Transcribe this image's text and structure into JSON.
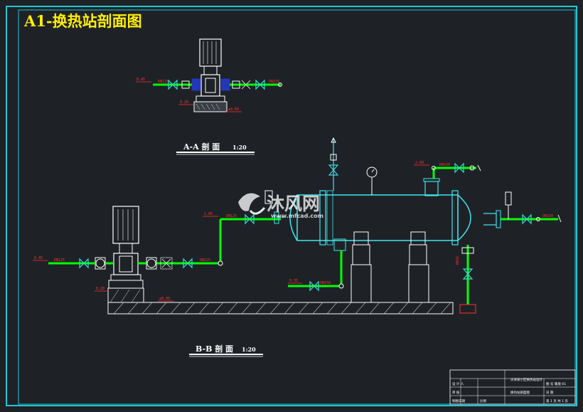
{
  "drawing": {
    "title": "A1-换热站剖面图",
    "section_aa": "A-A 剖 面",
    "section_aa_scale": "1:20",
    "section_bb": "B-B 剖 面",
    "section_bb_scale": "1:20"
  },
  "watermark": {
    "brand": "沐风网",
    "url": "www.mfcad.com"
  },
  "labels": {
    "aa_left_elev": "0.45",
    "aa_left_dn": "DN125",
    "aa_right_dn": "DN125",
    "aa_base_elev": "0.20",
    "aa_floor_elev": "±0.00",
    "bb_left_elev": "0.45",
    "bb_left_dn": "DN125",
    "bb_mid_dn": "DN125",
    "bb_base_elev": "0.20",
    "bb_floor_elev": "±0.00",
    "bb_riser_elev": "1.85",
    "bb_riser_dn": "DN125",
    "top_elev": "2.60",
    "top_dn": "DN150",
    "right_dn": "DN150",
    "bottom_elev": "0.35",
    "bottom_dn": "DN150",
    "drain_dn": "DN32"
  },
  "title_block": {
    "project": "天津某小区换热站设计",
    "drawing_name": "换热站剖面图",
    "row1": "设 计 人",
    "row2": "审 核",
    "row3": "制图日期",
    "row4": "比例",
    "right1": "图 号 暖施-01",
    "right2": "日 期",
    "right3": "第 1 页 共 1 页"
  },
  "colors": {
    "background": "#1e2227",
    "frame": "#1fc6d4",
    "title": "#ffee00",
    "pipe": "#00ff00",
    "equipment": "#40e6ef",
    "valve": "#3bd6df",
    "label": "#ff3030",
    "pump_blue": "#2437b8"
  }
}
